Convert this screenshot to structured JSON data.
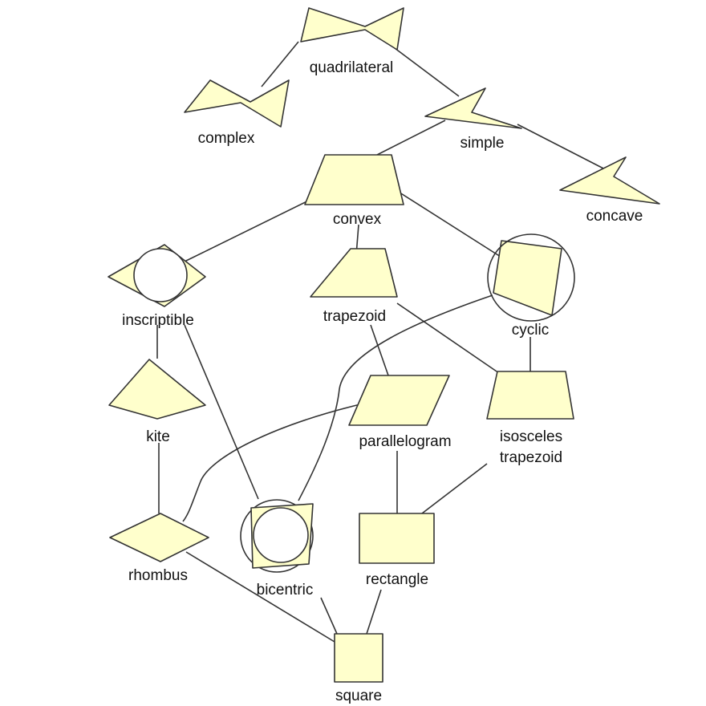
{
  "diagram": {
    "nodes": {
      "quadrilateral": "quadrilateral",
      "complex": "complex",
      "simple": "simple",
      "convex": "convex",
      "concave": "concave",
      "inscriptible": "inscriptible",
      "trapezoid": "trapezoid",
      "cyclic": "cyclic",
      "kite": "kite",
      "parallelogram": "parallelogram",
      "isosceles_line1": "isosceles",
      "isosceles_line2": "trapezoid",
      "rhombus": "rhombus",
      "bicentric": "bicentric",
      "rectangle": "rectangle",
      "square": "square"
    },
    "edges": [
      [
        "quadrilateral",
        "complex"
      ],
      [
        "quadrilateral",
        "simple"
      ],
      [
        "simple",
        "convex"
      ],
      [
        "simple",
        "concave"
      ],
      [
        "convex",
        "inscriptible"
      ],
      [
        "convex",
        "trapezoid"
      ],
      [
        "convex",
        "cyclic"
      ],
      [
        "inscriptible",
        "kite"
      ],
      [
        "inscriptible",
        "bicentric"
      ],
      [
        "trapezoid",
        "parallelogram"
      ],
      [
        "trapezoid",
        "isosceles trapezoid"
      ],
      [
        "cyclic",
        "isosceles trapezoid"
      ],
      [
        "cyclic",
        "bicentric"
      ],
      [
        "kite",
        "rhombus"
      ],
      [
        "parallelogram",
        "rhombus"
      ],
      [
        "parallelogram",
        "rectangle"
      ],
      [
        "isosceles trapezoid",
        "rectangle"
      ],
      [
        "rhombus",
        "square"
      ],
      [
        "bicentric",
        "square"
      ],
      [
        "rectangle",
        "square"
      ]
    ],
    "colors": {
      "shape_fill": "#ffffcc",
      "stroke": "#333333"
    }
  }
}
